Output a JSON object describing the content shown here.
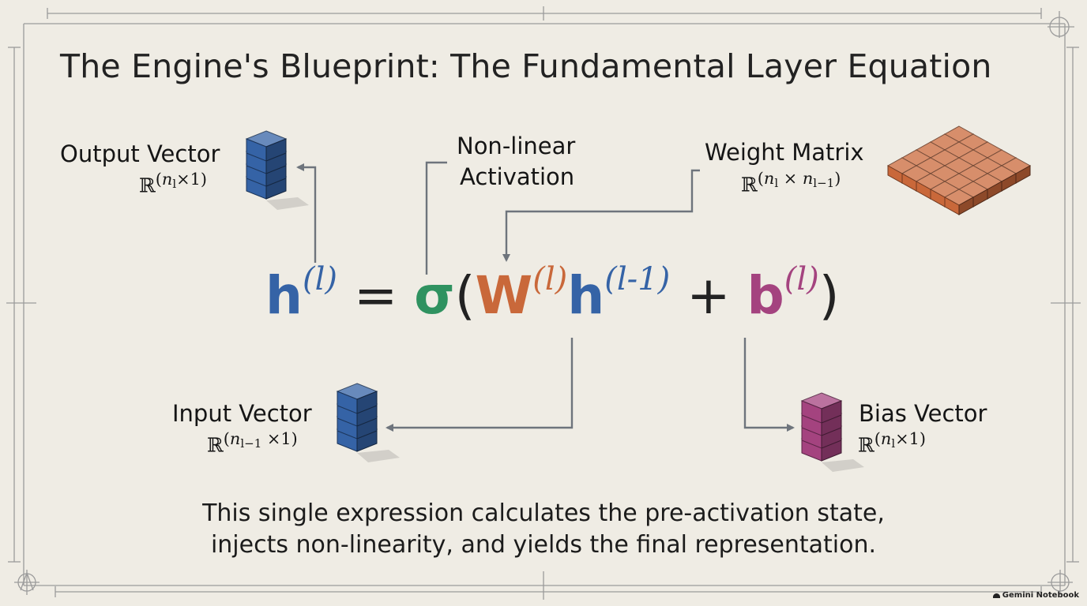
{
  "title": "The Engine's Blueprint: The Fundamental Layer Equation",
  "output_vector": {
    "label": "Output Vector",
    "dim_inner": "l",
    "dim_rest": "×1)"
  },
  "activation": {
    "line1": "Non-linear",
    "line2": "Activation"
  },
  "weight_matrix": {
    "label": "Weight Matrix",
    "dim_inner1": "l",
    "dim_sep": " × ",
    "dim_inner2": "l−1",
    "dim_close": ")"
  },
  "input_vector": {
    "label": "Input Vector",
    "dim_inner": "l−1",
    "dim_rest": " ×1)"
  },
  "bias_vector": {
    "label": "Bias Vector",
    "dim_inner": "l",
    "dim_rest": "×1)"
  },
  "equation": {
    "h": "h",
    "h_sup": "(l)",
    "equals": "=",
    "sigma": "σ",
    "open": "(",
    "W": "W",
    "W_sup": "(l)",
    "h2": "h",
    "h2_sup": "(l-1)",
    "plus": "+",
    "b": "b",
    "b_sup": "(l)",
    "close": ")"
  },
  "caption": {
    "line1": "This single expression calculates the pre-activation state,",
    "line2": "injects non-linearity, and yields the final representation."
  },
  "brand": "Gemini Notebook",
  "colors": {
    "background": "#efece4",
    "blue": "#3563a6",
    "green": "#2f9260",
    "orange": "#c9683a",
    "magenta": "#a4437f",
    "connector": "#6e747c"
  }
}
